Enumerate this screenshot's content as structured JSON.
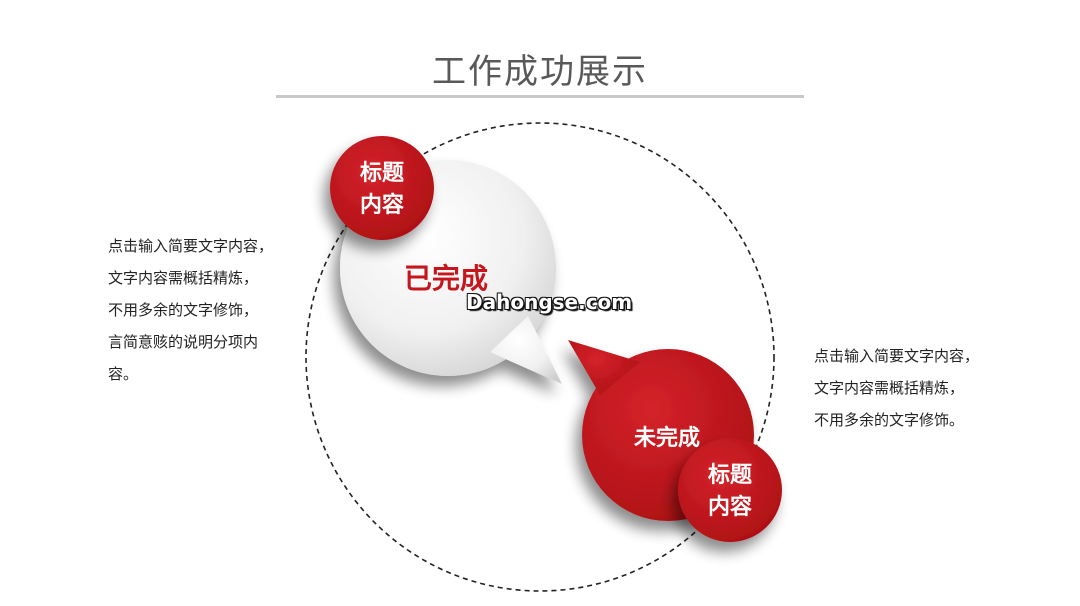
{
  "title": "工作成功展示",
  "badges": {
    "top": {
      "line1": "标题",
      "line2": "内容"
    },
    "bottom": {
      "line1": "标题",
      "line2": "内容"
    }
  },
  "bubbles": {
    "completed_label": "已完成",
    "pending_label": "未完成"
  },
  "watermark": "Dahongse.com",
  "left_text": {
    "lines": [
      "点击输入简要文字内容，",
      "文字内容需概括精炼，",
      "不用多余的文字修饰，",
      "言简意赅的说明分项内",
      "容。"
    ]
  },
  "right_text": {
    "lines": [
      "点击输入简要文字内容，",
      "文字内容需概括精炼，",
      "不用多余的文字修饰。"
    ]
  },
  "colors": {
    "accent": "#c4161c",
    "title": "#595959",
    "text": "#222222"
  }
}
